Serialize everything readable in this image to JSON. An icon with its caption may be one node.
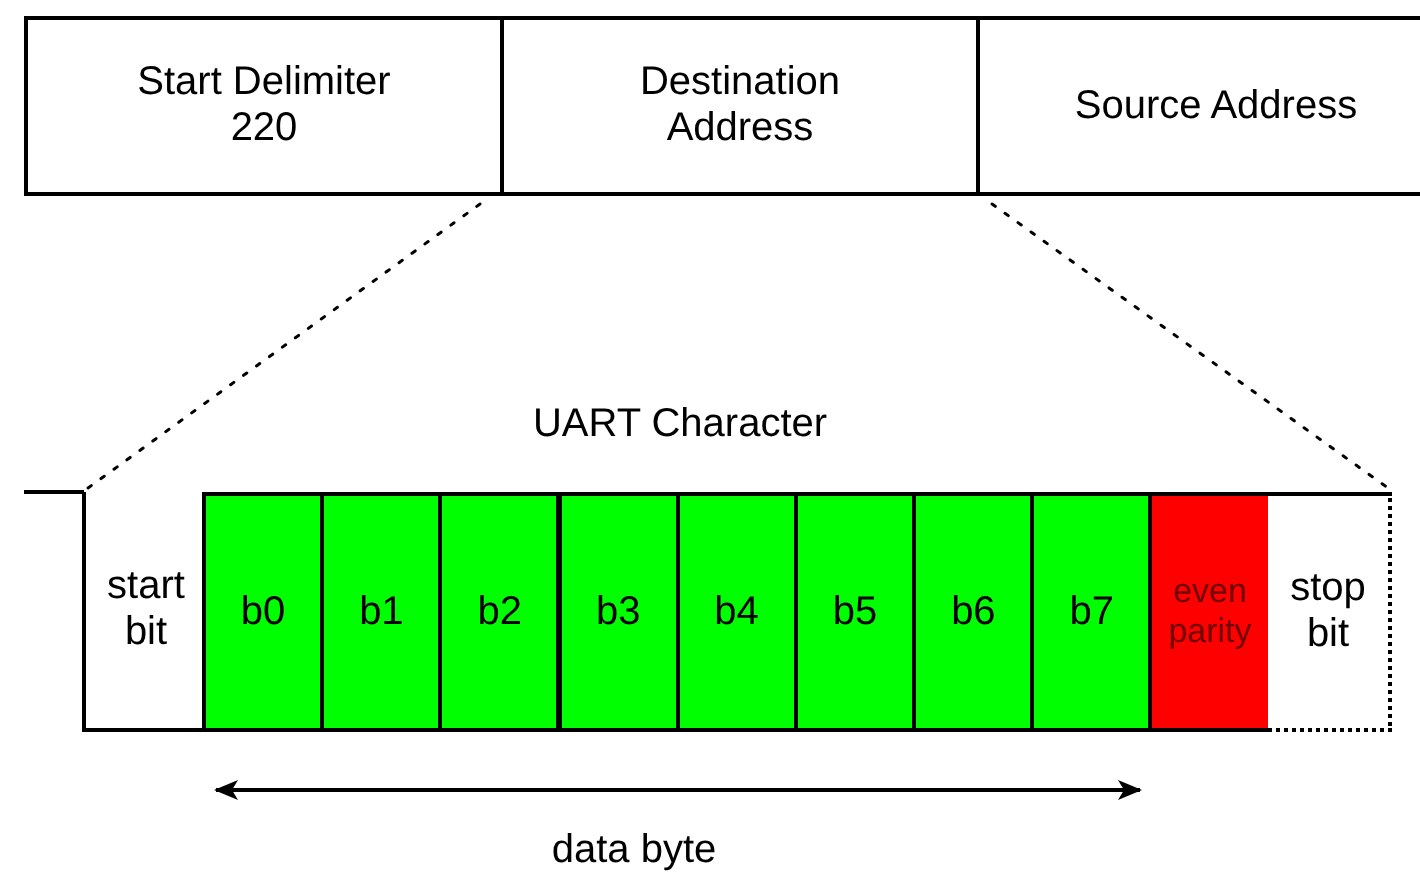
{
  "diagram": {
    "nodes": [
      {
        "text": [
          "Start Delimiter 220"
        ]
      },
      {
        "text": [
          "Destination Address"
        ]
      },
      {
        "text": [
          "Source Address"
        ]
      },
      {
        "text": [
          "start bit"
        ]
      },
      {
        "text": [
          "b0"
        ]
      },
      {
        "text": [
          "b1"
        ]
      },
      {
        "text": [
          "b2"
        ]
      },
      {
        "text": [
          "b3"
        ]
      },
      {
        "text": [
          "b4"
        ]
      },
      {
        "text": [
          "b5"
        ]
      },
      {
        "text": [
          "b6"
        ]
      },
      {
        "text": [
          "b7"
        ]
      },
      {
        "text": [
          "even parity"
        ]
      },
      {
        "text": [
          "stop bit"
        ]
      }
    ],
    "edges": [
      {
        "from": 1,
        "to": 3,
        "arrow": "none",
        "style": "dashed"
      },
      {
        "from": 1,
        "to": 13,
        "arrow": "none",
        "style": "dashed"
      }
    ],
    "labels": [
      "UART Character",
      "data byte"
    ]
  }
}
